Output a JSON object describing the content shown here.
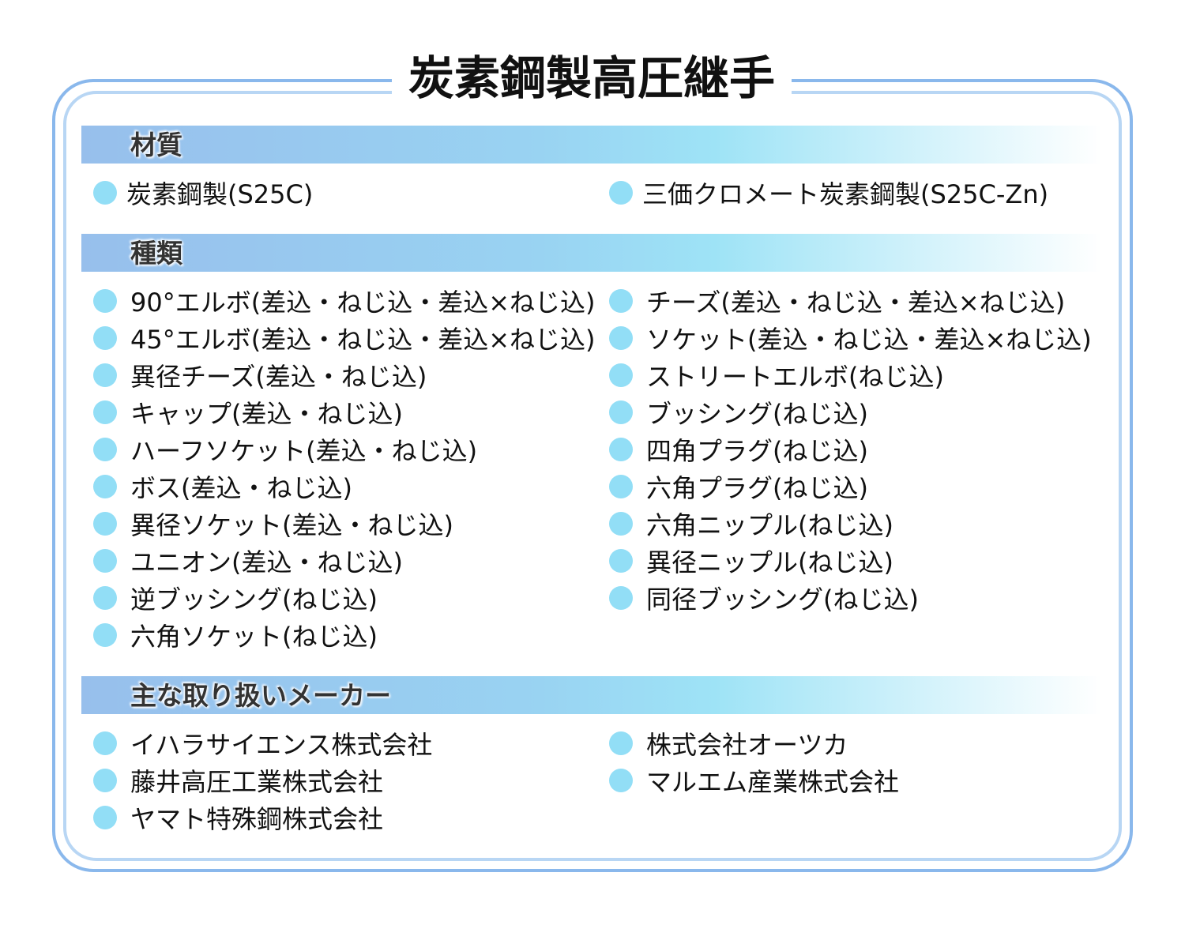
{
  "title": "炭素鋼製高圧継手",
  "sections": {
    "material": {
      "heading": "材質",
      "left": [
        "炭素鋼製(S25C)"
      ],
      "right": [
        "三価クロメート炭素鋼製(S25C-Zn)"
      ]
    },
    "types": {
      "heading": "種類",
      "left": [
        "90°エルボ(差込・ねじ込・差込×ねじ込)",
        "45°エルボ(差込・ねじ込・差込×ねじ込)",
        "異径チーズ(差込・ねじ込)",
        "キャップ(差込・ねじ込)",
        "ハーフソケット(差込・ねじ込)",
        "ボス(差込・ねじ込)",
        "異径ソケット(差込・ねじ込)",
        "ユニオン(差込・ねじ込)",
        "逆ブッシング(ねじ込)",
        "六角ソケット(ねじ込)"
      ],
      "right": [
        "チーズ(差込・ねじ込・差込×ねじ込)",
        "ソケット(差込・ねじ込・差込×ねじ込)",
        "ストリートエルボ(ねじ込)",
        "ブッシング(ねじ込)",
        "四角プラグ(ねじ込)",
        "六角プラグ(ねじ込)",
        "六角ニップル(ねじ込)",
        "異径ニップル(ねじ込)",
        "同径ブッシング(ねじ込)"
      ]
    },
    "makers": {
      "heading": "主な取り扱いメーカー",
      "left": [
        "イハラサイエンス株式会社",
        "藤井高圧工業株式会社",
        "ヤマト特殊鋼株式会社"
      ],
      "right": [
        "株式会社オーツカ",
        "マルエム産業株式会社"
      ]
    }
  }
}
